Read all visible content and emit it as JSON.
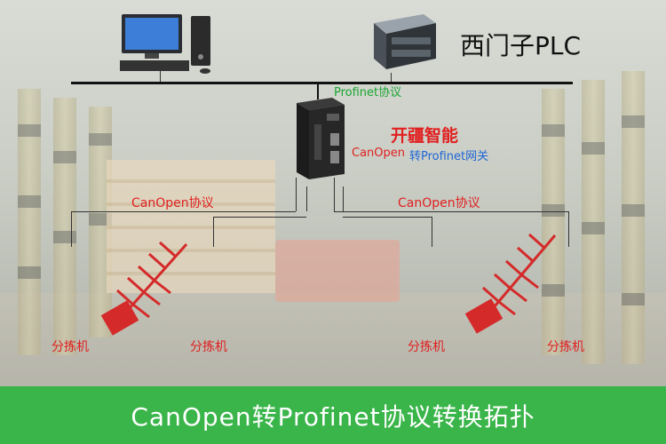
{
  "diagram": {
    "plc_label": "西门子PLC",
    "profinet_label": "Profinet协议",
    "brand_label": "开疆智能",
    "gateway_label_a": "CanOpen",
    "gateway_label_b": "转Profinet网关",
    "canopen_left_label": "CanOpen协议",
    "canopen_right_label": "CanOpen协议",
    "sorters": [
      "分拣机",
      "分拣机",
      "分拣机",
      "分拣机"
    ],
    "banner_title": "CanOpen转Profinet协议转换拓扑",
    "colors": {
      "label_red": "#e02020",
      "protocol_green": "#1aa531",
      "gateway_blue": "#1e66d6",
      "banner_green": "#3ab54a"
    },
    "icons": [
      "computer-icon",
      "plc-icon",
      "gateway-icon",
      "sorter-icon"
    ]
  }
}
